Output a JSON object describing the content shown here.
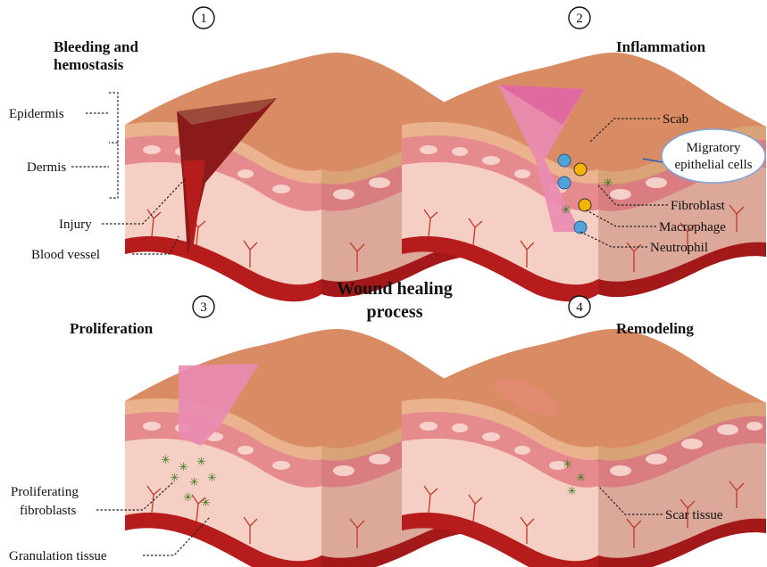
{
  "center_title": {
    "line1": "Wound healing",
    "line2": "process"
  },
  "panels": [
    {
      "number": "1",
      "title_lines": [
        "Bleeding and",
        "hemostasis"
      ],
      "labels": [
        "Epidermis",
        "Dermis",
        "Injury",
        "Blood vessel"
      ]
    },
    {
      "number": "2",
      "title_lines": [
        "Inflammation"
      ],
      "labels": [
        "Scab",
        "Fibroblast",
        "Macrophage",
        "Neutrophil"
      ],
      "bubble_lines": [
        "Migratory",
        "epithelial cells"
      ]
    },
    {
      "number": "3",
      "title_lines": [
        "Proliferation"
      ],
      "labels": [
        "Proliferating",
        "fibroblasts",
        "Granulation tissue"
      ]
    },
    {
      "number": "4",
      "title_lines": [
        "Remodeling"
      ],
      "labels": [
        "Scar tissue"
      ]
    }
  ],
  "colors": {
    "skin_top": "#d98b63",
    "epidermis": "#e9b18a",
    "dermis_band": "#e8868b",
    "dermis_light": "#f6d2c6",
    "vessel": "#b71c1c",
    "scab": "#e989b2",
    "bubble_border": "#7fa6d8"
  }
}
